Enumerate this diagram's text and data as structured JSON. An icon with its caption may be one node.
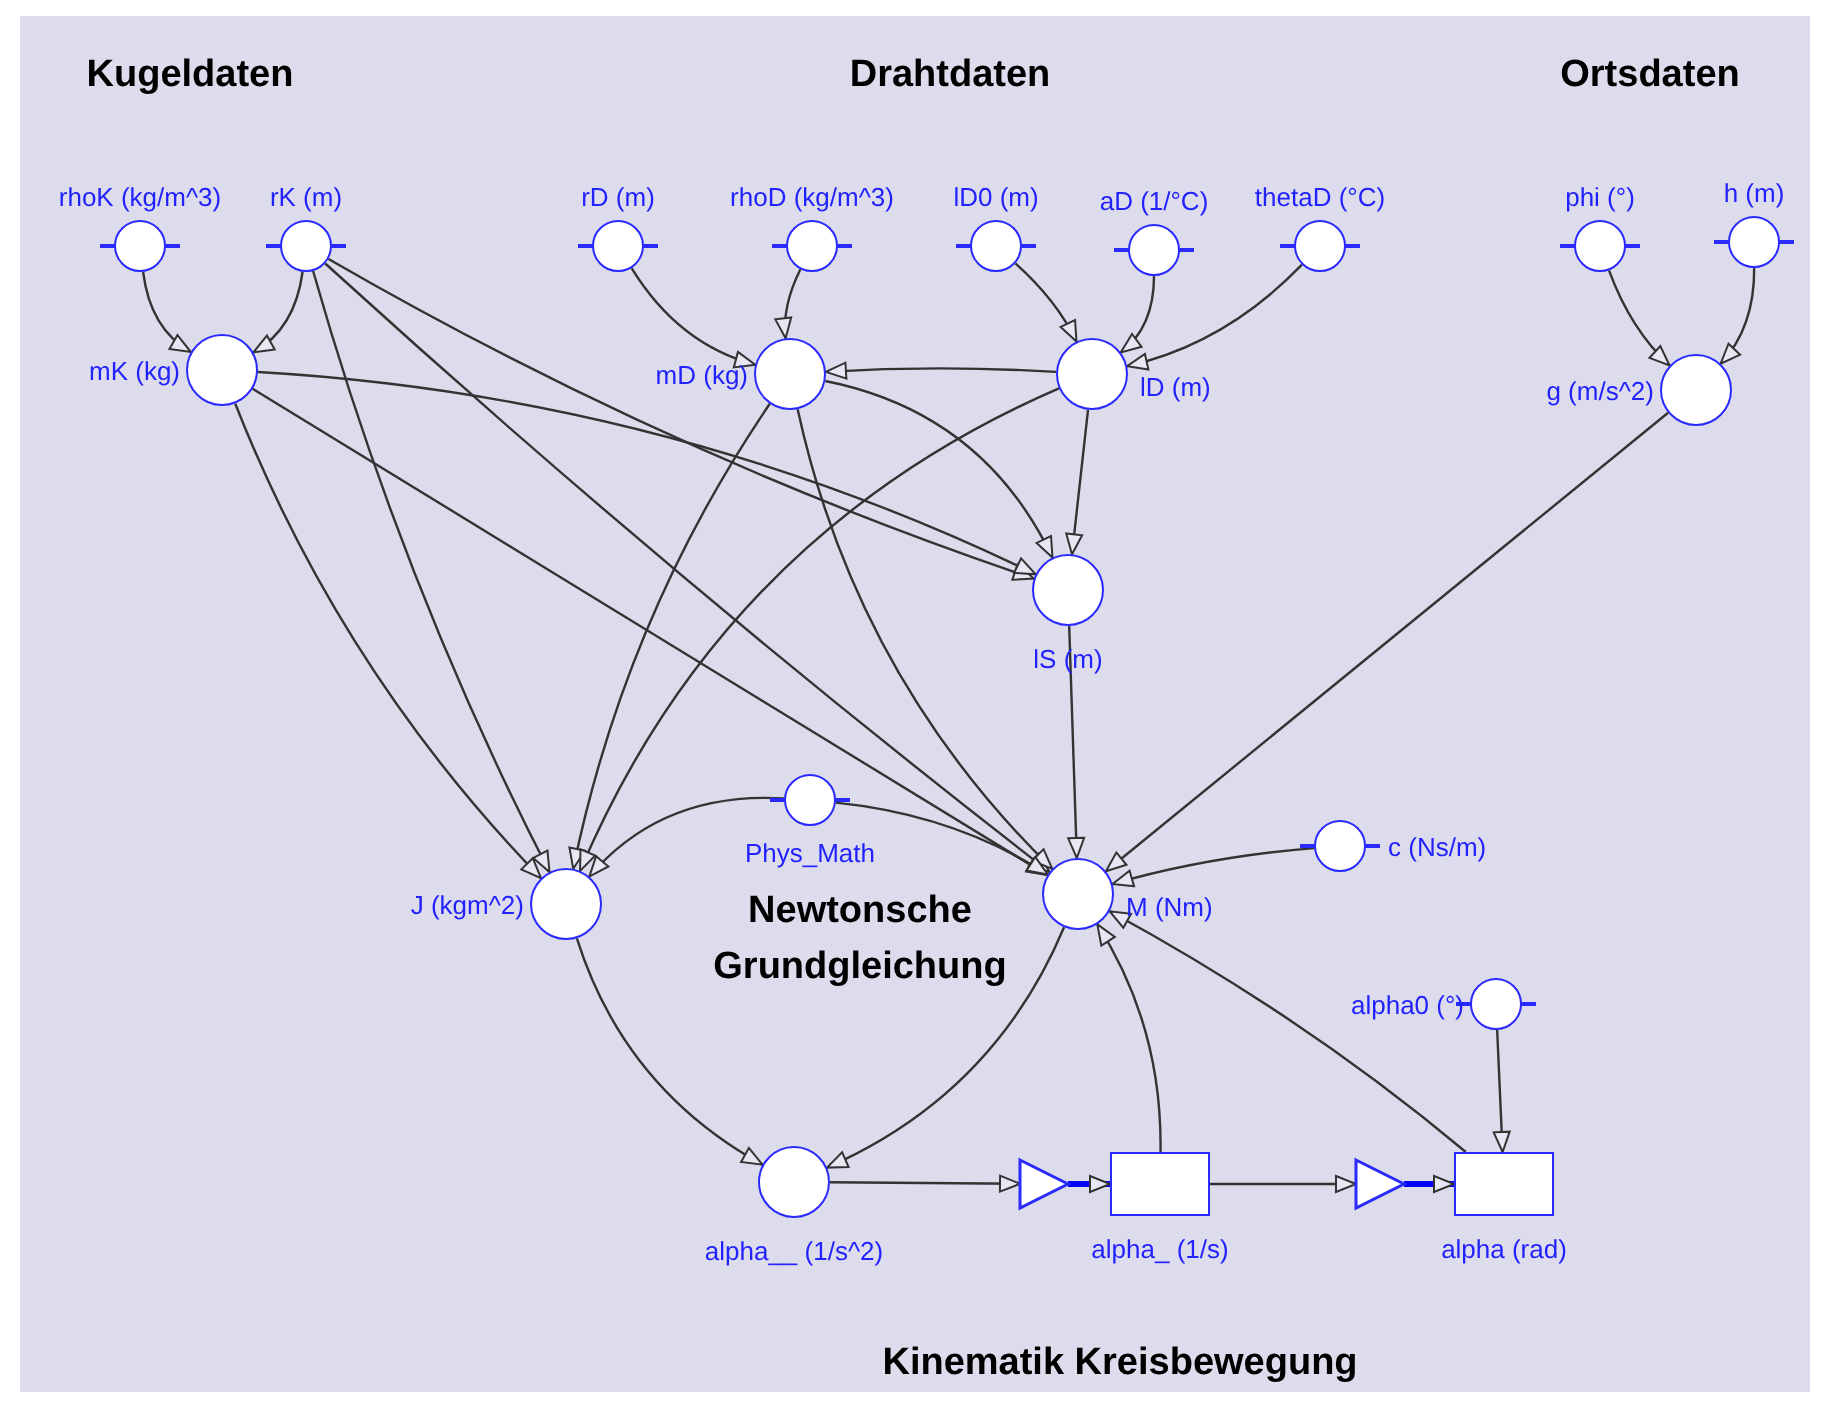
{
  "diagram": {
    "nodes": [
      {
        "text": [
          "rhoK (kg/m^3)"
        ]
      },
      {
        "text": [
          "rK (m)"
        ]
      },
      {
        "text": [
          "rD (m)"
        ]
      },
      {
        "text": [
          "rhoD (kg/m^3)"
        ]
      },
      {
        "text": [
          "lD0 (m)"
        ]
      },
      {
        "text": [
          "aD (1/°C)"
        ]
      },
      {
        "text": [
          "thetaD (°C)"
        ]
      },
      {
        "text": [
          "phi (°)"
        ]
      },
      {
        "text": [
          "h (m)"
        ]
      },
      {
        "text": [
          "mK (kg)"
        ]
      },
      {
        "text": [
          "mD (kg)"
        ]
      },
      {
        "text": [
          "lD (m)"
        ]
      },
      {
        "text": [
          "g (m/s^2)"
        ]
      },
      {
        "text": [
          "lS (m)"
        ]
      },
      {
        "text": [
          "Phys_Math"
        ]
      },
      {
        "text": [
          "J (kgm^2)"
        ]
      },
      {
        "text": [
          "M (Nm)"
        ]
      },
      {
        "text": [
          "c (Ns/m)"
        ]
      },
      {
        "text": [
          "alpha0 (°)"
        ]
      },
      {
        "text": [
          "alpha__ (1/s^2)"
        ]
      },
      {
        "text": [],
        "shape": "triangle"
      },
      {
        "text": [
          "alpha_ (1/s)"
        ]
      },
      {
        "text": [],
        "shape": "triangle"
      },
      {
        "text": [
          "alpha (rad)"
        ]
      }
    ],
    "edges": [
      {
        "from": 0,
        "to": 9,
        "arrow": "to"
      },
      {
        "from": 1,
        "to": 9,
        "arrow": "to"
      },
      {
        "from": 2,
        "to": 10,
        "arrow": "to"
      },
      {
        "from": 3,
        "to": 10,
        "arrow": "to"
      },
      {
        "from": 4,
        "to": 11,
        "arrow": "to"
      },
      {
        "from": 5,
        "to": 11,
        "arrow": "to"
      },
      {
        "from": 6,
        "to": 11,
        "arrow": "to"
      },
      {
        "from": 7,
        "to": 12,
        "arrow": "to"
      },
      {
        "from": 8,
        "to": 12,
        "arrow": "to"
      },
      {
        "from": 11,
        "to": 10,
        "arrow": "to"
      },
      {
        "from": 1,
        "to": 15,
        "arrow": "to"
      },
      {
        "from": 1,
        "to": 13,
        "arrow": "to"
      },
      {
        "from": 1,
        "to": 16,
        "arrow": "to"
      },
      {
        "from": 9,
        "to": 15,
        "arrow": "to"
      },
      {
        "from": 9,
        "to": 13,
        "arrow": "to"
      },
      {
        "from": 9,
        "to": 16,
        "arrow": "to"
      },
      {
        "from": 10,
        "to": 15,
        "arrow": "to"
      },
      {
        "from": 10,
        "to": 13,
        "arrow": "to"
      },
      {
        "from": 10,
        "to": 16,
        "arrow": "to"
      },
      {
        "from": 11,
        "to": 15,
        "arrow": "to"
      },
      {
        "from": 11,
        "to": 13,
        "arrow": "to"
      },
      {
        "from": 13,
        "to": 16,
        "arrow": "to"
      },
      {
        "from": 12,
        "to": 16,
        "arrow": "to"
      },
      {
        "from": 14,
        "to": 15,
        "arrow": "to"
      },
      {
        "from": 14,
        "to": 16,
        "arrow": "to"
      },
      {
        "from": 17,
        "to": 16,
        "arrow": "to"
      },
      {
        "from": 15,
        "to": 19,
        "arrow": "to"
      },
      {
        "from": 16,
        "to": 19,
        "arrow": "to"
      },
      {
        "from": 19,
        "to": 20,
        "arrow": "to"
      },
      {
        "from": 20,
        "to": 21,
        "arrow": "to",
        "style": "thick",
        "color": "#0000ff"
      },
      {
        "from": 21,
        "to": 22,
        "arrow": "to"
      },
      {
        "from": 22,
        "to": 23,
        "arrow": "to",
        "style": "thick",
        "color": "#0000ff"
      },
      {
        "from": 18,
        "to": 23,
        "arrow": "to"
      },
      {
        "from": 21,
        "to": 16,
        "arrow": "to"
      },
      {
        "from": 23,
        "to": 16,
        "arrow": "to"
      }
    ],
    "labels": [
      "Kugeldaten",
      "Drahtdaten",
      "Ortsdaten",
      "Newtonsche Grundgleichung",
      "Kinematik Kreisbewegung"
    ]
  }
}
